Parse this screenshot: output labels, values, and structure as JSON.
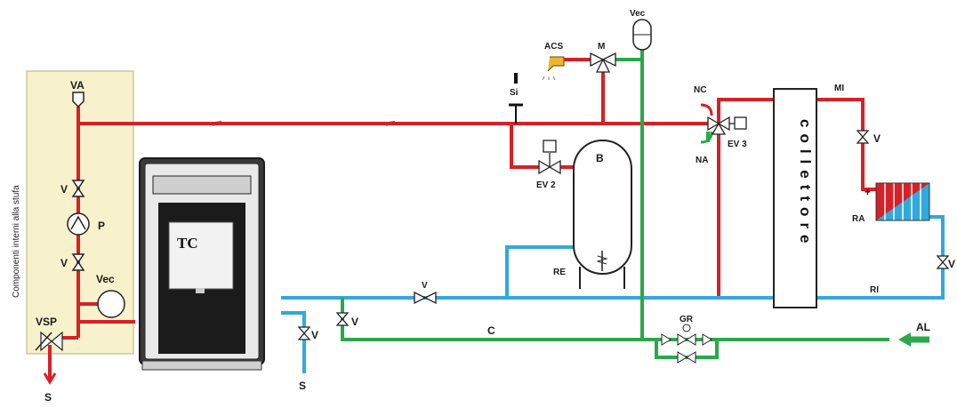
{
  "labels": {
    "internal_components": "Componenti interni alla stufa",
    "va": "VA",
    "v_stove_top": "V",
    "pump": "P",
    "v_stove_bottom": "V",
    "vec_stove": "Vec",
    "vsp": "VSP",
    "s_left": "S",
    "tc": "TC",
    "si": "Si",
    "acs": "ACS",
    "m": "M",
    "vec_top": "Vec",
    "ev2": "EV 2",
    "boiler": "B",
    "re": "RE",
    "v_return": "V",
    "v_drain_a": "V",
    "v_drain_b": "V",
    "s_mid": "S",
    "c": "C",
    "gr": "GR",
    "al": "AL",
    "nc": "NC",
    "na": "NA",
    "ev3": "EV 3",
    "collector": "collettore",
    "mi": "MI",
    "v_mi": "V",
    "plus": "+",
    "ra": "RA",
    "v_ri": "V",
    "ri": "RI"
  },
  "colors": {
    "flow_red": "#d72027",
    "return_blue": "#31a9dd",
    "cold_green": "#2aa84a",
    "stove_panel": "#f7f1cc"
  }
}
